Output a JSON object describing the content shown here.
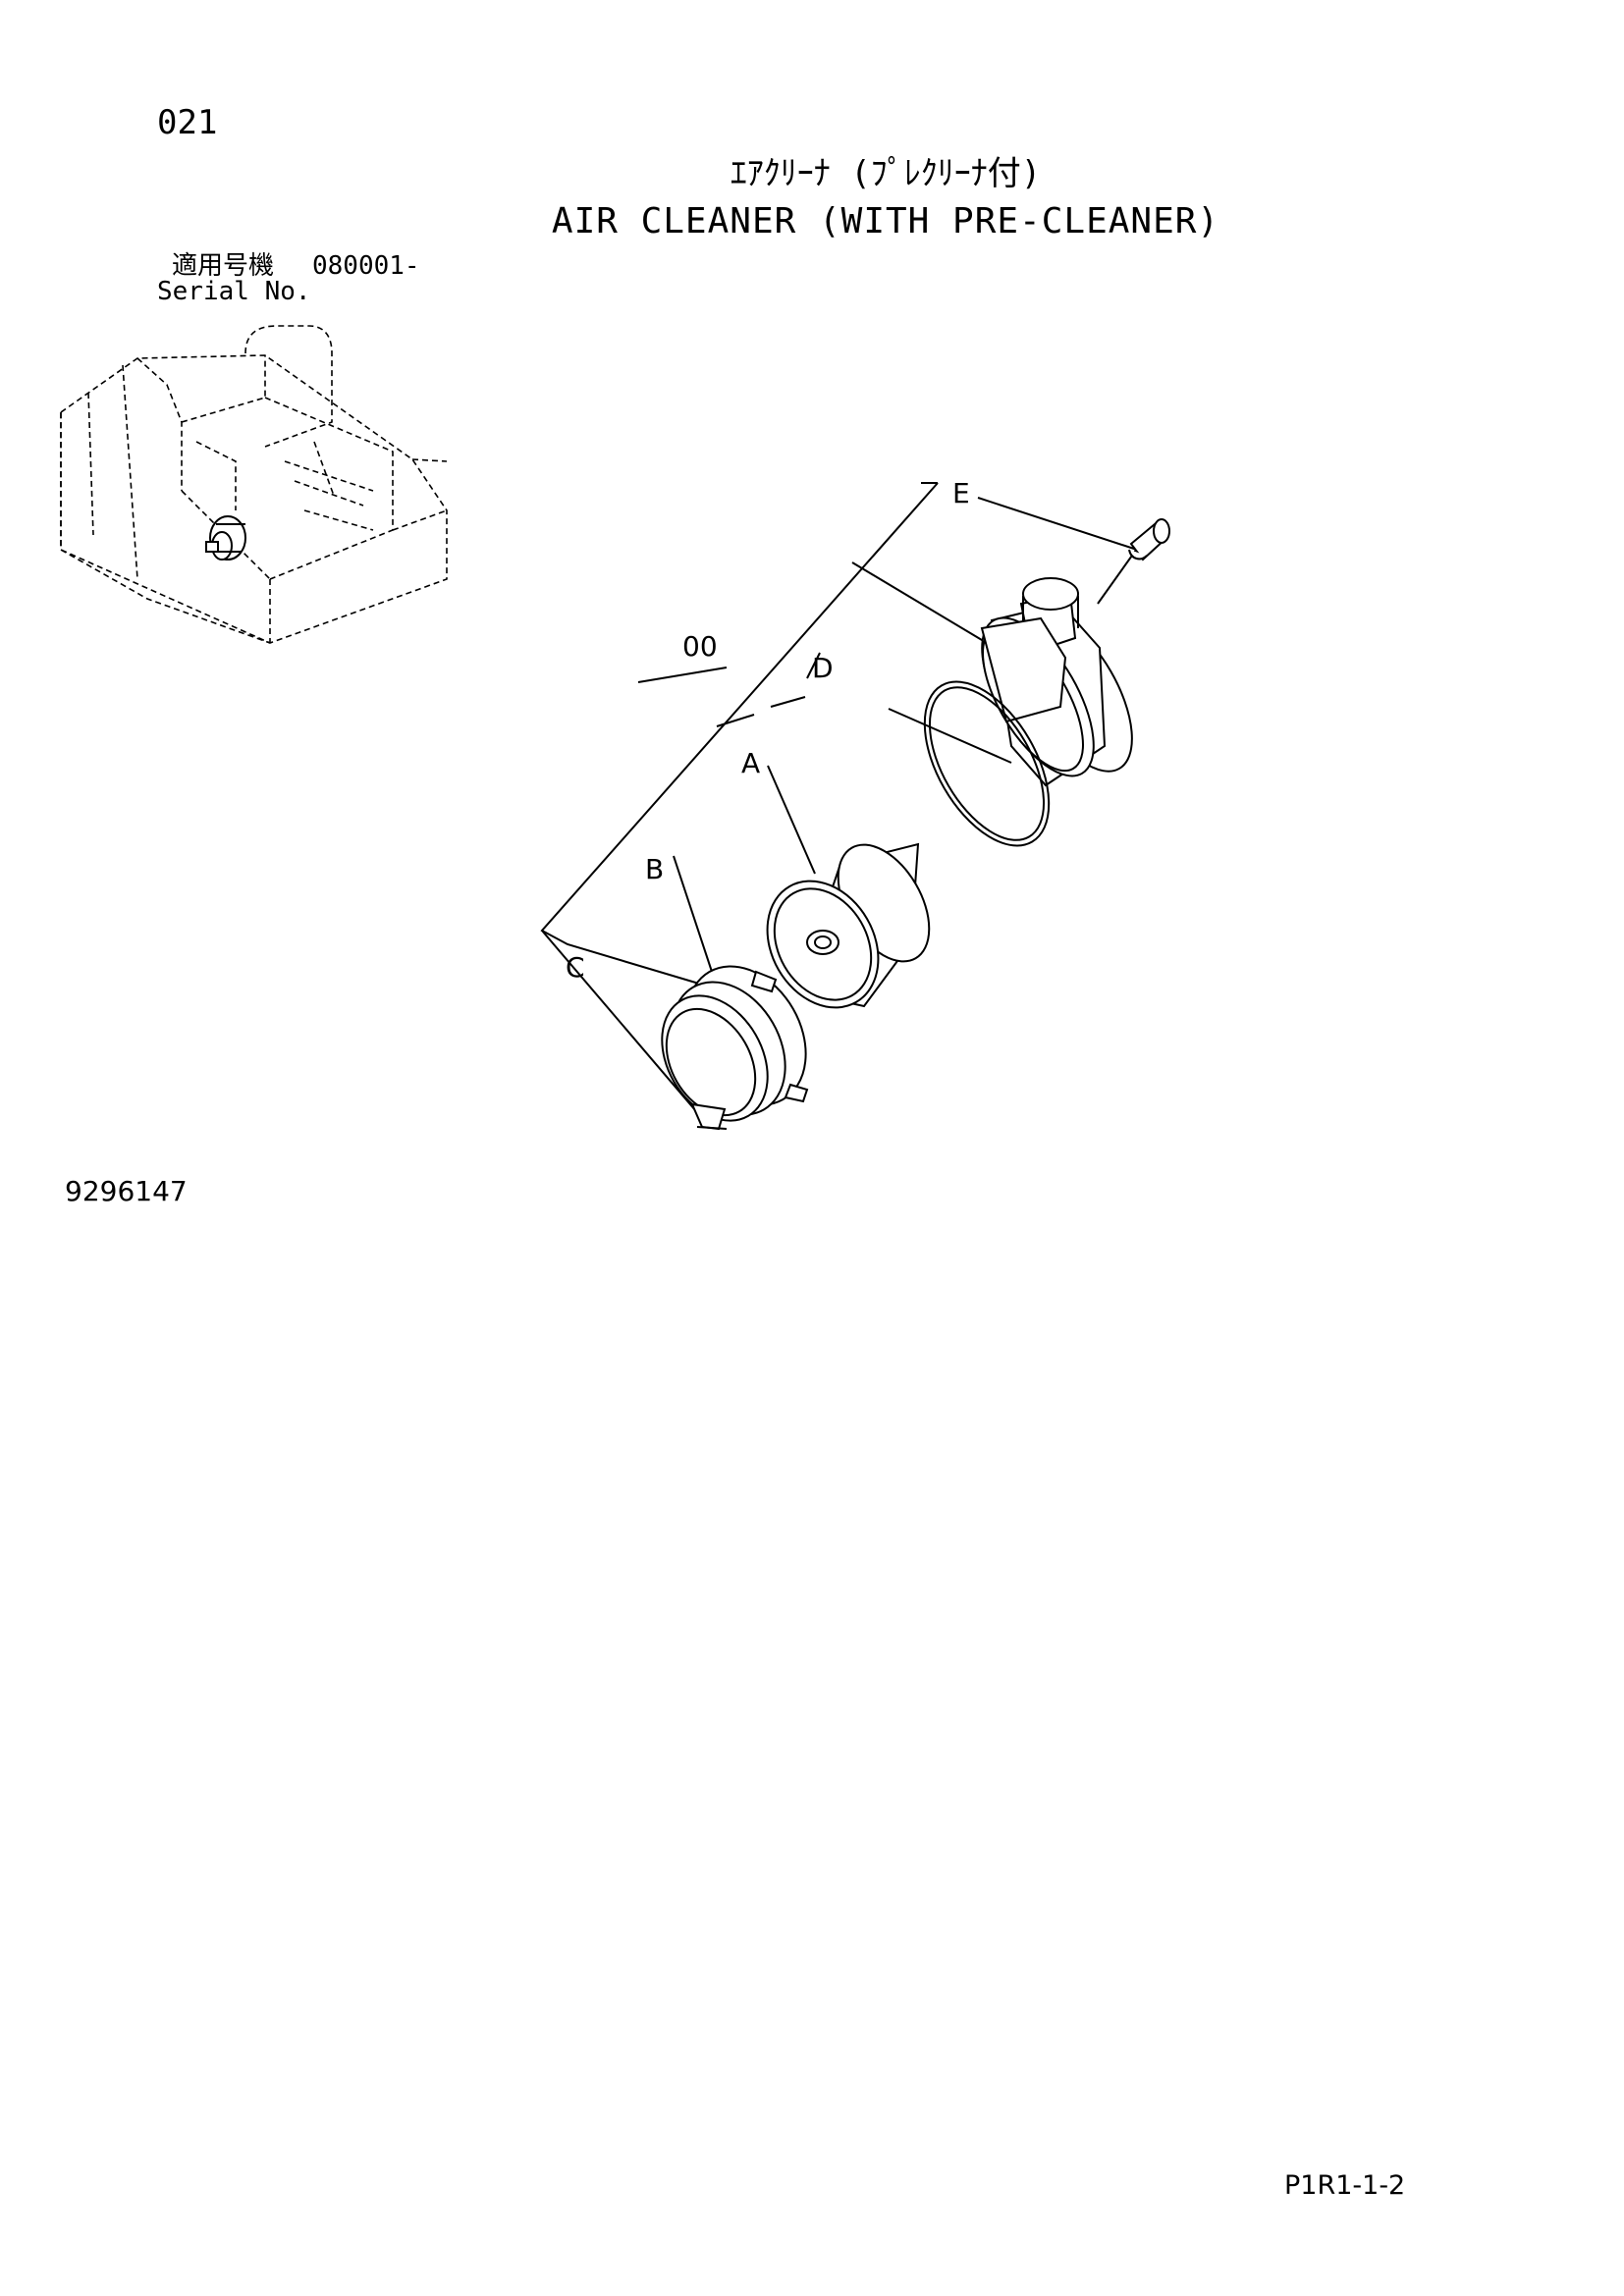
{
  "header": {
    "page_number": "021",
    "title_jp": "ｴｱｸﾘｰﾅ (ﾌﾟﾚｸﾘｰﾅ付)",
    "title_en": "AIR CLEANER (WITH PRE-CLEANER)",
    "serial_label_jp": "適用号機",
    "serial_label_en": "Serial No.",
    "serial_from": "080001-"
  },
  "callouts": {
    "assembly": "00",
    "a": "A",
    "b": "B",
    "c": "C",
    "d": "D",
    "e": "E"
  },
  "footer": {
    "figure_number": "9296147",
    "page_ref": "P1R1-1-2"
  }
}
